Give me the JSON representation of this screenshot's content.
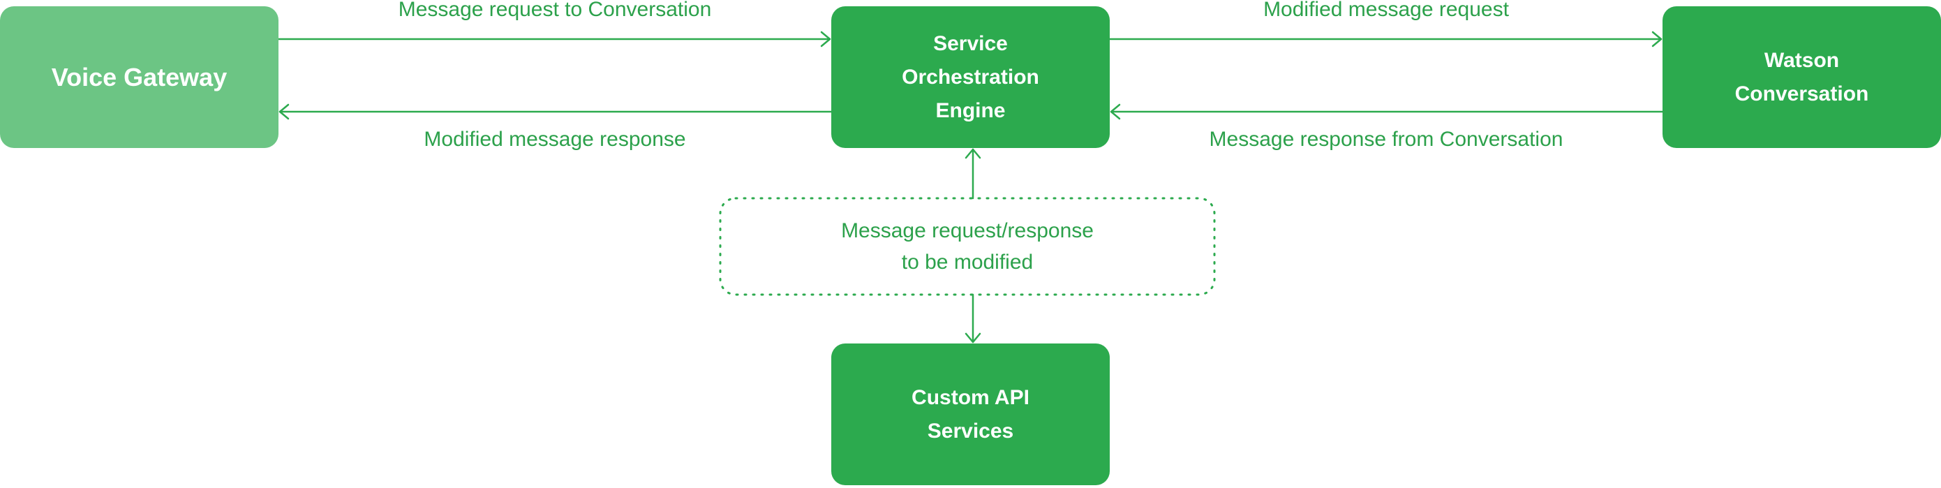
{
  "colors": {
    "node_dark": "#2CAA4E",
    "node_light": "#6CC584",
    "line": "#2CAA4E",
    "text_accent": "#2CA14B",
    "background": "#FFFFFF"
  },
  "nodes": {
    "voice_gateway": "Voice Gateway",
    "service_orchestration_engine": "Service\nOrchestration\nEngine",
    "watson_conversation": "Watson\nConversation",
    "custom_api_services": "Custom API\nServices",
    "message_to_modify": "Message request/response\nto be modified"
  },
  "edges": {
    "request_to_conversation": "Message request to Conversation",
    "modified_response": "Modified message response",
    "modified_request": "Modified message request",
    "response_from_conversation": "Message response from Conversation"
  }
}
